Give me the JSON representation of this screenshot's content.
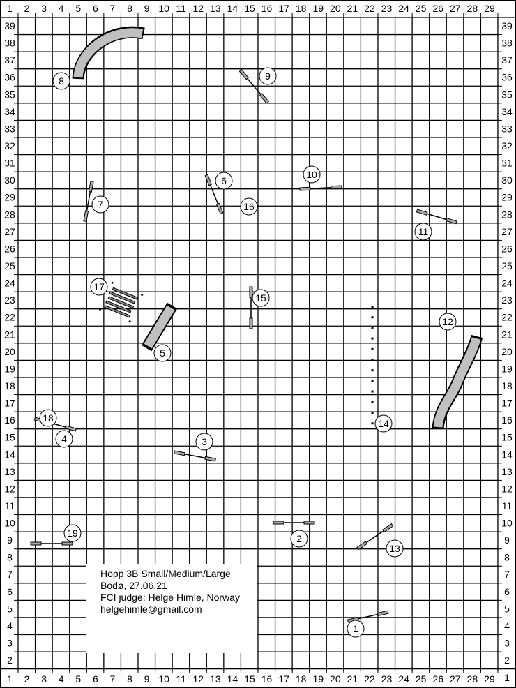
{
  "course": {
    "columns": [
      1,
      2,
      3,
      4,
      5,
      6,
      7,
      8,
      9,
      10,
      11,
      12,
      13,
      14,
      15,
      16,
      17,
      18,
      19,
      20,
      21,
      22,
      23,
      24,
      25,
      26,
      27,
      28,
      29
    ],
    "rows": [
      39,
      38,
      37,
      36,
      35,
      34,
      33,
      32,
      31,
      30,
      29,
      28,
      27,
      26,
      25,
      24,
      23,
      22,
      21,
      20,
      19,
      18,
      17,
      16,
      15,
      14,
      13,
      12,
      11,
      10,
      9,
      8,
      7,
      6,
      5,
      4,
      3,
      2,
      1
    ],
    "obstacles": {
      "o1": "1",
      "o2": "2",
      "o3": "3",
      "o4": "4",
      "o5": "5",
      "o6": "6",
      "o7": "7",
      "o8": "8",
      "o9": "9",
      "o10": "10",
      "o11": "11",
      "o12": "12",
      "o13": "13",
      "o14": "14",
      "o15": "15",
      "o16": "16",
      "o17": "17",
      "o18": "18",
      "o19": "19"
    }
  },
  "info": {
    "title": "Hopp 3B Small/Medium/Large",
    "place_date": "Bodø, 27.06.21",
    "judge": "FCI judge: Helge Himle, Norway",
    "email": "helgehimle@gmail.com"
  },
  "colors": {
    "tunnel": "#c0c0c0",
    "wing": "#a8a8a8",
    "grid": "#000000"
  }
}
